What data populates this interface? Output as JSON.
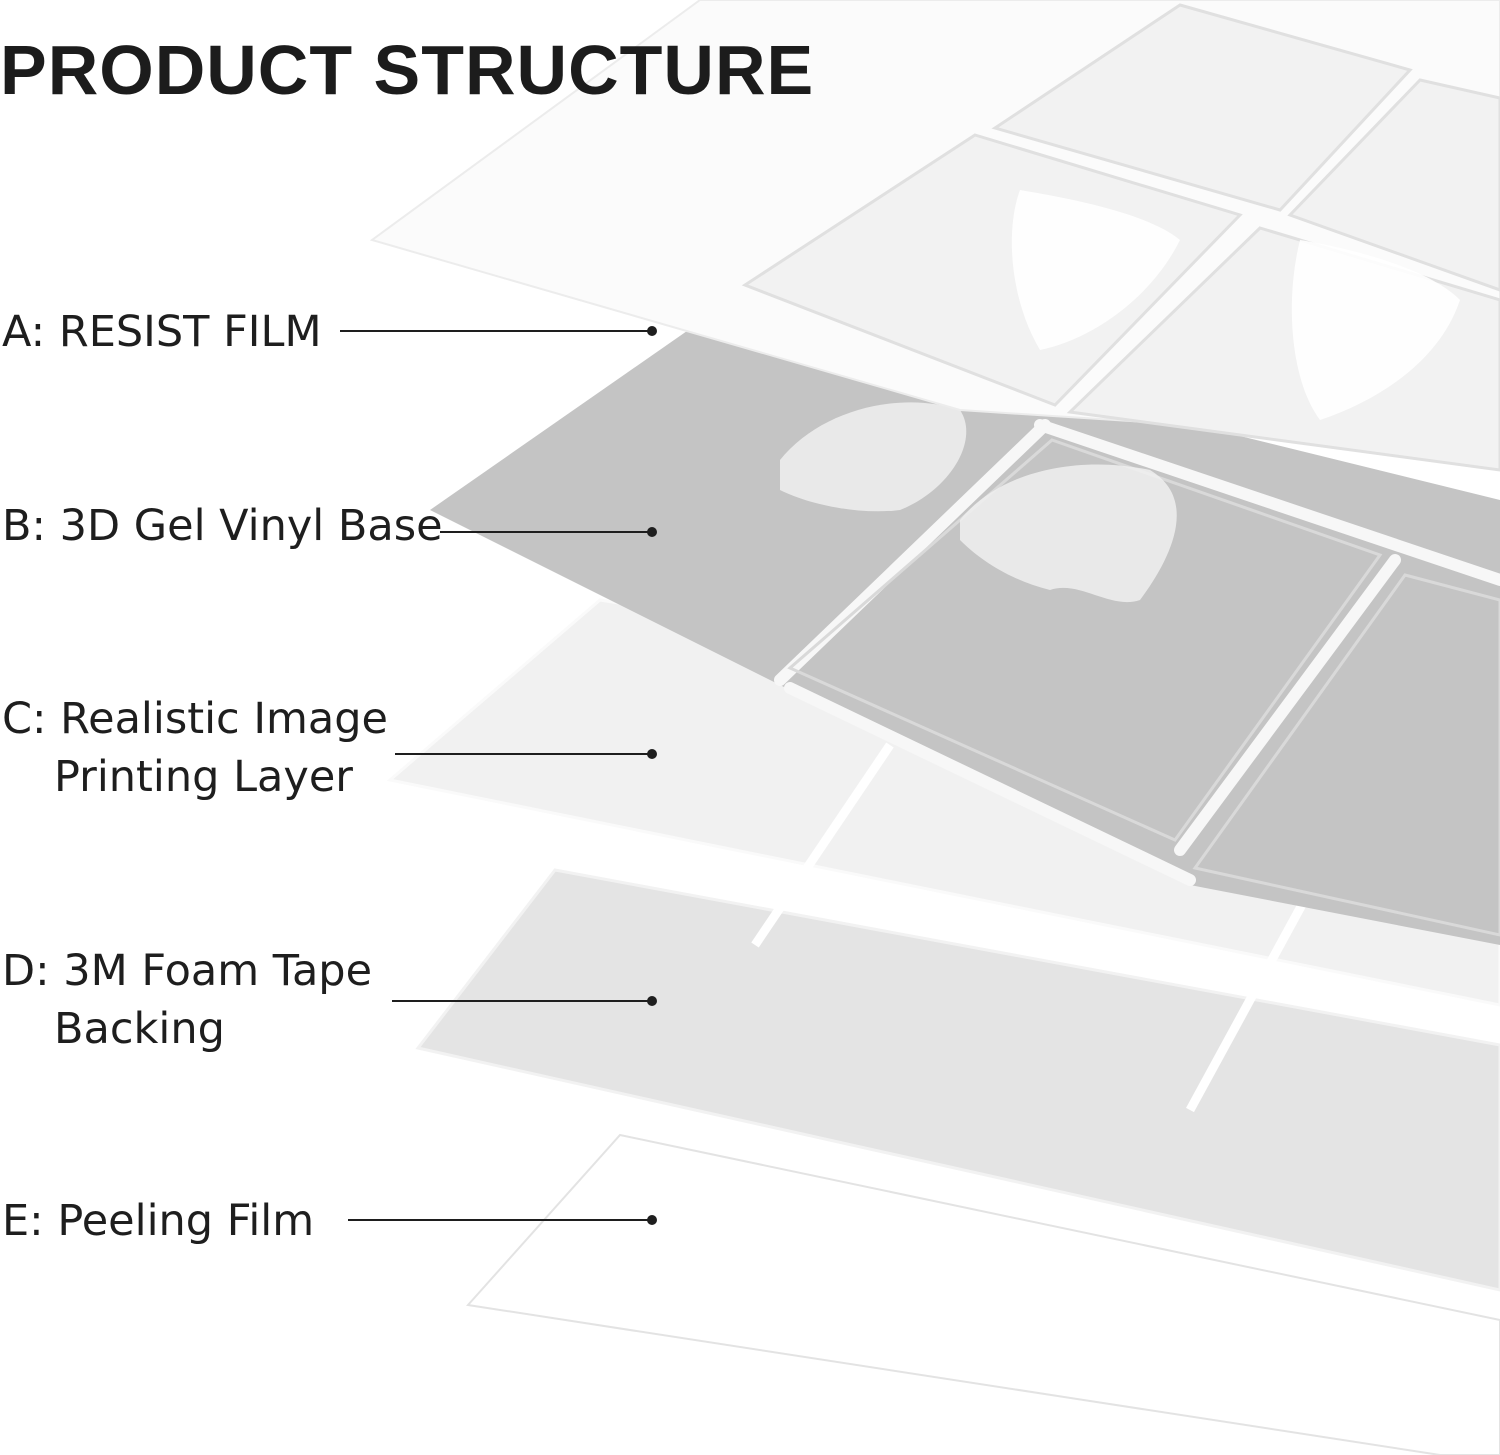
{
  "title": "PRODUCT STRUCTURE",
  "layers": [
    {
      "label": "A: RESIST FILM"
    },
    {
      "label": "B: 3D Gel Vinyl Base"
    },
    {
      "label_line1": "C: Realistic Image",
      "label_line2": "Printing Layer"
    },
    {
      "label_line1": "D: 3M Foam Tape",
      "label_line2": "Backing"
    },
    {
      "label": "E: Peeling Film"
    }
  ],
  "colors": {
    "text": "#1e1e1e",
    "tile_gray": "#c4c4c4",
    "grout": "#f7f7f7",
    "film": "#f3f3f3",
    "foam": "#e4e4e4",
    "print_layer": "#f1f1f1"
  }
}
